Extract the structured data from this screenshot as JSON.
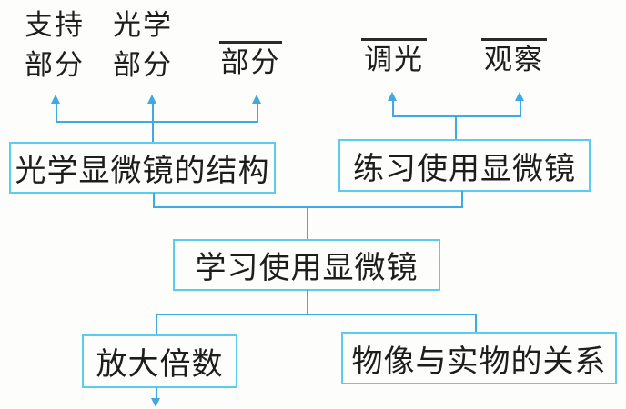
{
  "labels": {
    "support": "支持\n部分",
    "optical": "光学\n部分",
    "blank_part": "部分",
    "adjust_light": "调光",
    "observe": "观察"
  },
  "boxes": {
    "structure": "光学显微镜的结构",
    "practice": "练习使用显微镜",
    "learn": "学习使用显微镜",
    "magnification": "放大倍数",
    "image_relation": "物像与实物的关系"
  },
  "colors": {
    "connector_blue": "#3faae2",
    "box_border_cyan": "#5bcbf0",
    "text_dark": "#1d1d1d",
    "background": "#fdfdfb",
    "overline_dark": "#2a2a2a"
  }
}
